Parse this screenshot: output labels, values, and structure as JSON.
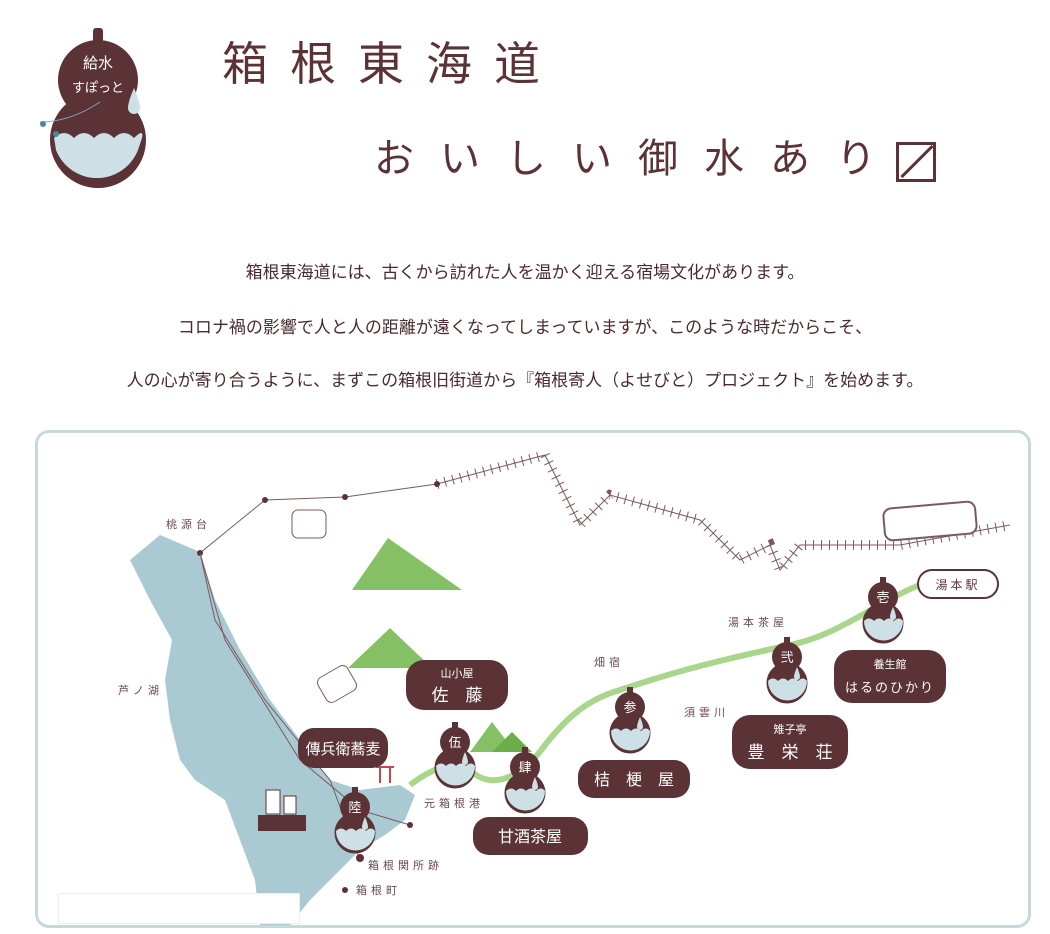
{
  "logo": {
    "line1": "給水",
    "line2": "すぽっと"
  },
  "header": {
    "title": "箱根東海道",
    "subtitle": "おいしい御水あり"
  },
  "intro": [
    "箱根東海道には、古くから訪れた人を温かく迎える宿場文化があります。",
    "コロナ禍の影響で人と人の距離が遠くなってしまっていますが、このような時だからこそ、",
    "人の心が寄り合うように、まずこの箱根旧街道から『箱根寄人（よせびと）プロジェクト』を始めます。"
  ],
  "map": {
    "places": {
      "togendai": "桃源台",
      "ashinoko": "芦ノ湖",
      "yumoto_chaya": "湯本茶屋",
      "hatajuku": "畑宿",
      "sukumogawa": "須雲川",
      "motohakone": "元箱根港",
      "sekisho": "箱根関所跡",
      "hakonemachi": "箱根町",
      "yumoto_station": "湯本駅"
    },
    "gourds": [
      "壱",
      "弐",
      "参",
      "肆",
      "伍",
      "陸"
    ],
    "shops": {
      "sato_small": "山小屋",
      "sato": "佐　藤",
      "denbei": "傳兵衛蕎麦",
      "amazake": "甘酒茶屋",
      "kikyo": "桔　梗　屋",
      "hoei_small": "雉子亭",
      "hoei": "豊　栄　荘",
      "yojo_small": "養生館",
      "yojo": "はるのひかり"
    }
  },
  "colors": {
    "brown": "#5b3236",
    "water": "#a9c9d3",
    "green": "#86c064",
    "road": "#a9d68c"
  }
}
